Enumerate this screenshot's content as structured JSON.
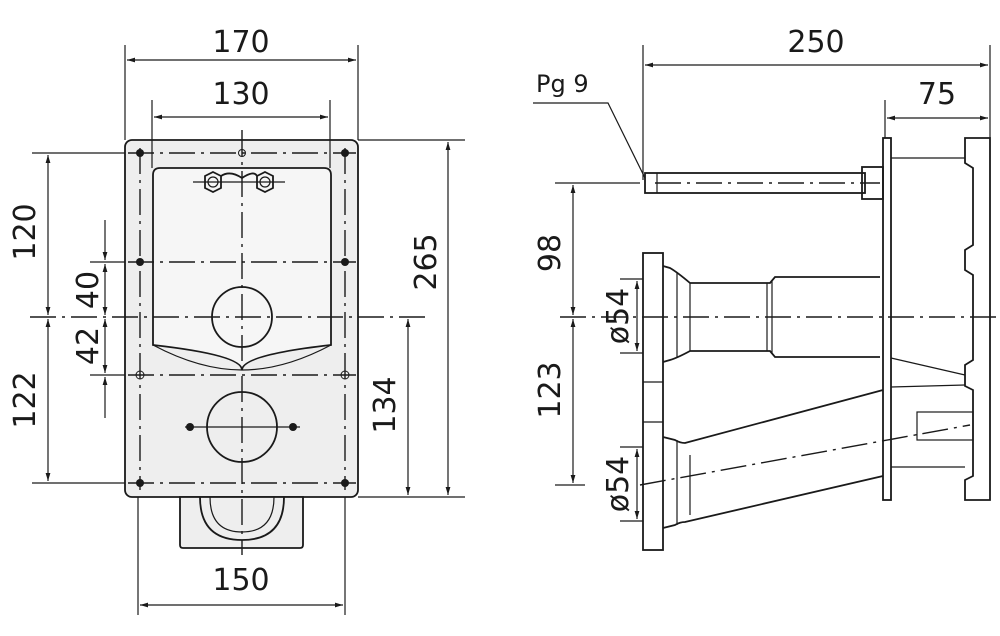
{
  "drawing": {
    "front_view": {
      "dimensions": {
        "overall_width": "170",
        "inner_width": "130",
        "bracket_width": "150",
        "upper_height": "120",
        "lower_height": "122",
        "upper_offset": "40",
        "lower_offset": "42",
        "overall_height": "265",
        "center_to_bottom": "134"
      }
    },
    "side_view": {
      "dimensions": {
        "overall_depth": "250",
        "housing_depth": "75",
        "rod_to_center": "98",
        "center_to_lower": "123",
        "upper_diameter": "ø54",
        "lower_diameter": "ø54"
      },
      "gland_label": "Pg 9"
    }
  }
}
